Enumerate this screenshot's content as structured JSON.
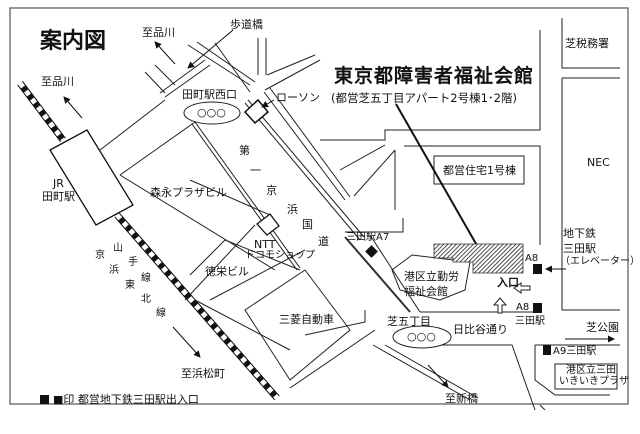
{
  "header": {
    "title": "案内図"
  },
  "facility": {
    "name": "東京都障害者福祉会館",
    "address_note": "(都営芝五丁目アパート2号棟1･2階)",
    "entrance": "入口"
  },
  "directions": {
    "to_shinagawa_1": "至品川",
    "to_shinagawa_2": "至品川",
    "to_hamamatsucho": "至浜松町",
    "to_shinbashi": "至新橋",
    "to_shiba_koen": "芝公園"
  },
  "landmarks": {
    "footbridge": "歩道橋",
    "tamachi_west_exit": "田町駅西口",
    "lawson": "ローソン",
    "jr_label": "JR",
    "jr_station": "田町駅",
    "morinaga": "森永プラザビル",
    "ntt": "NTT",
    "docomo": "ドコモショップ",
    "tokuei": "徳栄ビル",
    "mitsubishi": "三菱自動車",
    "shiba_tax": "芝税務署",
    "nec": "NEC",
    "toei_housing": "都営住宅1号棟",
    "minato_hall_1": "港区立勤労",
    "minato_hall_2": "福祉会館",
    "shiba5": "芝五丁目",
    "hibiya_dori": "日比谷通り",
    "ikiiki_1": "港区立三田",
    "ikiiki_2": "いきいきプラザ",
    "intersection_marker": "○○○"
  },
  "roads": {
    "daiichi_keihin": [
      "第",
      "一",
      "京",
      "浜",
      "国",
      "道"
    ]
  },
  "rail_lines": {
    "chars": [
      "京",
      "山",
      "手",
      "浜",
      "線",
      "東",
      "北",
      "線"
    ]
  },
  "stations": {
    "mita_a7": "三田駅A7",
    "a8_top": "A8",
    "a8_bottom": "A8",
    "mita_under_a8": "三田駅",
    "subway_1": "地下鉄",
    "subway_2": "三田駅",
    "subway_3": "（エレベーター）",
    "a9": "A9三田駅"
  },
  "legend": {
    "text": "■印  都営地下鉄三田駅出入口"
  },
  "colors": {
    "ink": "#111111",
    "border": "#555555"
  }
}
